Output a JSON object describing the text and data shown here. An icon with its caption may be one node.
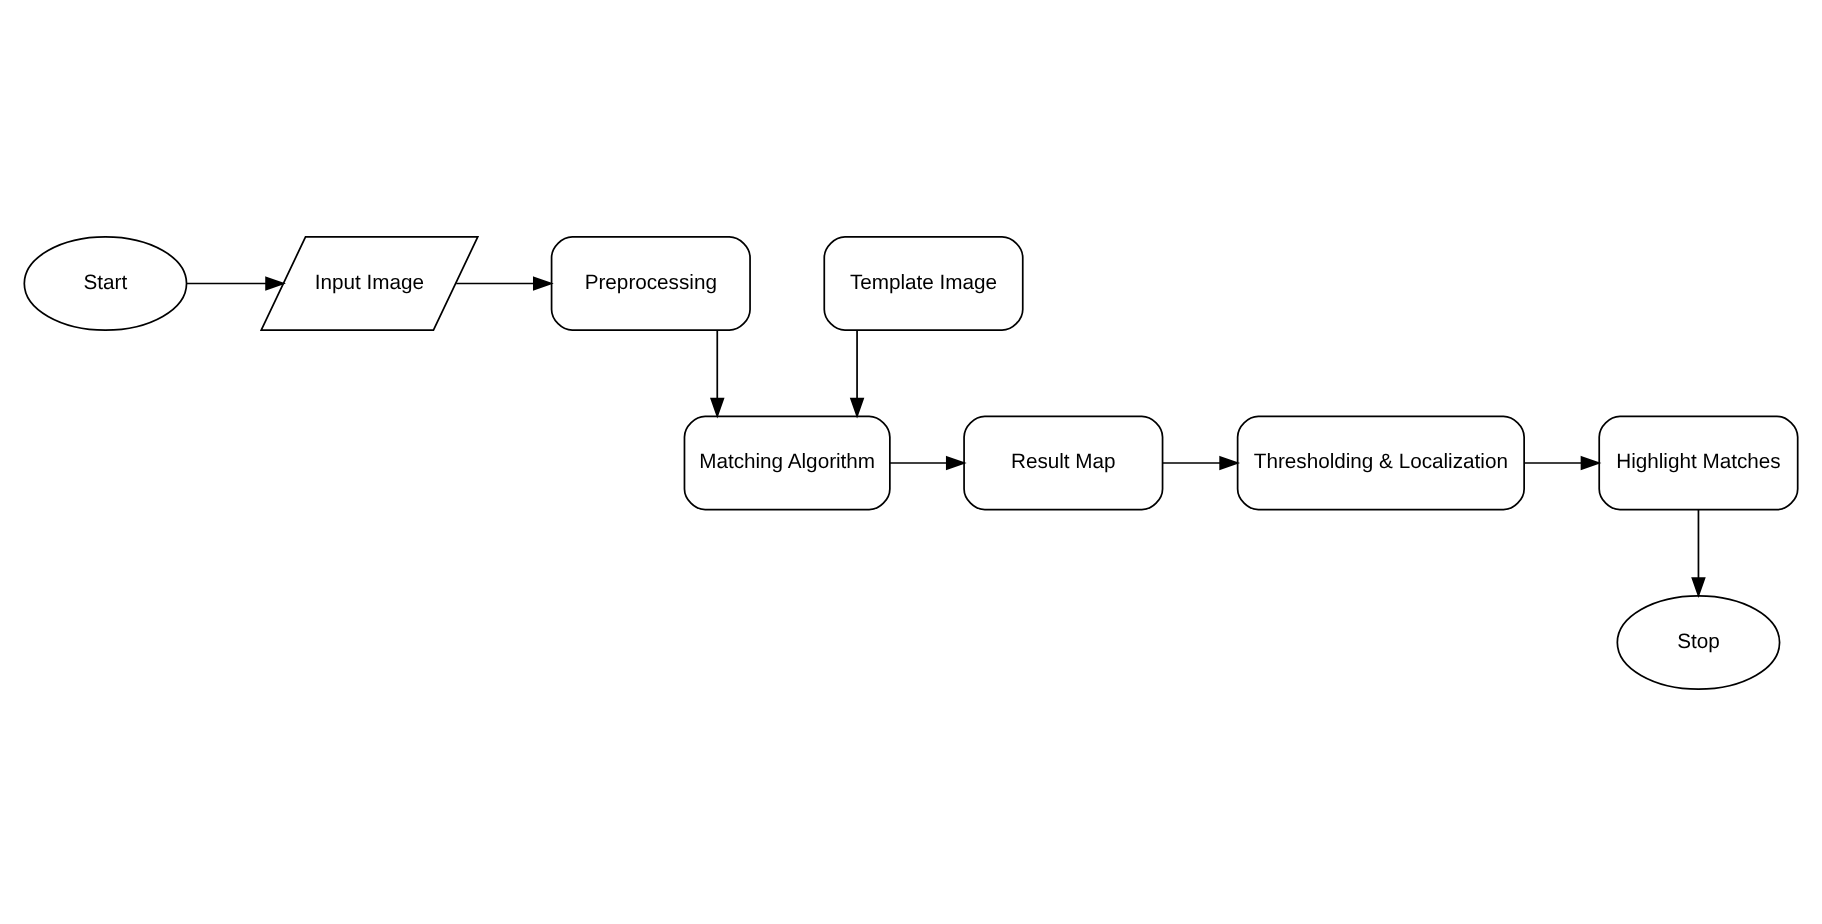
{
  "diagram": {
    "nodes": [
      {
        "text": [
          "Start"
        ]
      },
      {
        "text": [
          "Input Image"
        ]
      },
      {
        "text": [
          "Preprocessing"
        ]
      },
      {
        "text": [
          "Template Image"
        ]
      },
      {
        "text": [
          "Matching Algorithm"
        ]
      },
      {
        "text": [
          "Result Map"
        ]
      },
      {
        "text": [
          "Thresholding & Localization"
        ]
      },
      {
        "text": [
          "Highlight Matches"
        ]
      },
      {
        "text": [
          "Stop"
        ]
      }
    ],
    "edges": [
      {
        "from": 0,
        "to": 1,
        "arrow": "to"
      },
      {
        "from": 1,
        "to": 2,
        "arrow": "to"
      },
      {
        "from": 2,
        "to": 4,
        "arrow": "to"
      },
      {
        "from": 3,
        "to": 4,
        "arrow": "to"
      },
      {
        "from": 4,
        "to": 5,
        "arrow": "to"
      },
      {
        "from": 5,
        "to": 6,
        "arrow": "to"
      },
      {
        "from": 6,
        "to": 7,
        "arrow": "to"
      },
      {
        "from": 7,
        "to": 8,
        "arrow": "to"
      }
    ]
  }
}
